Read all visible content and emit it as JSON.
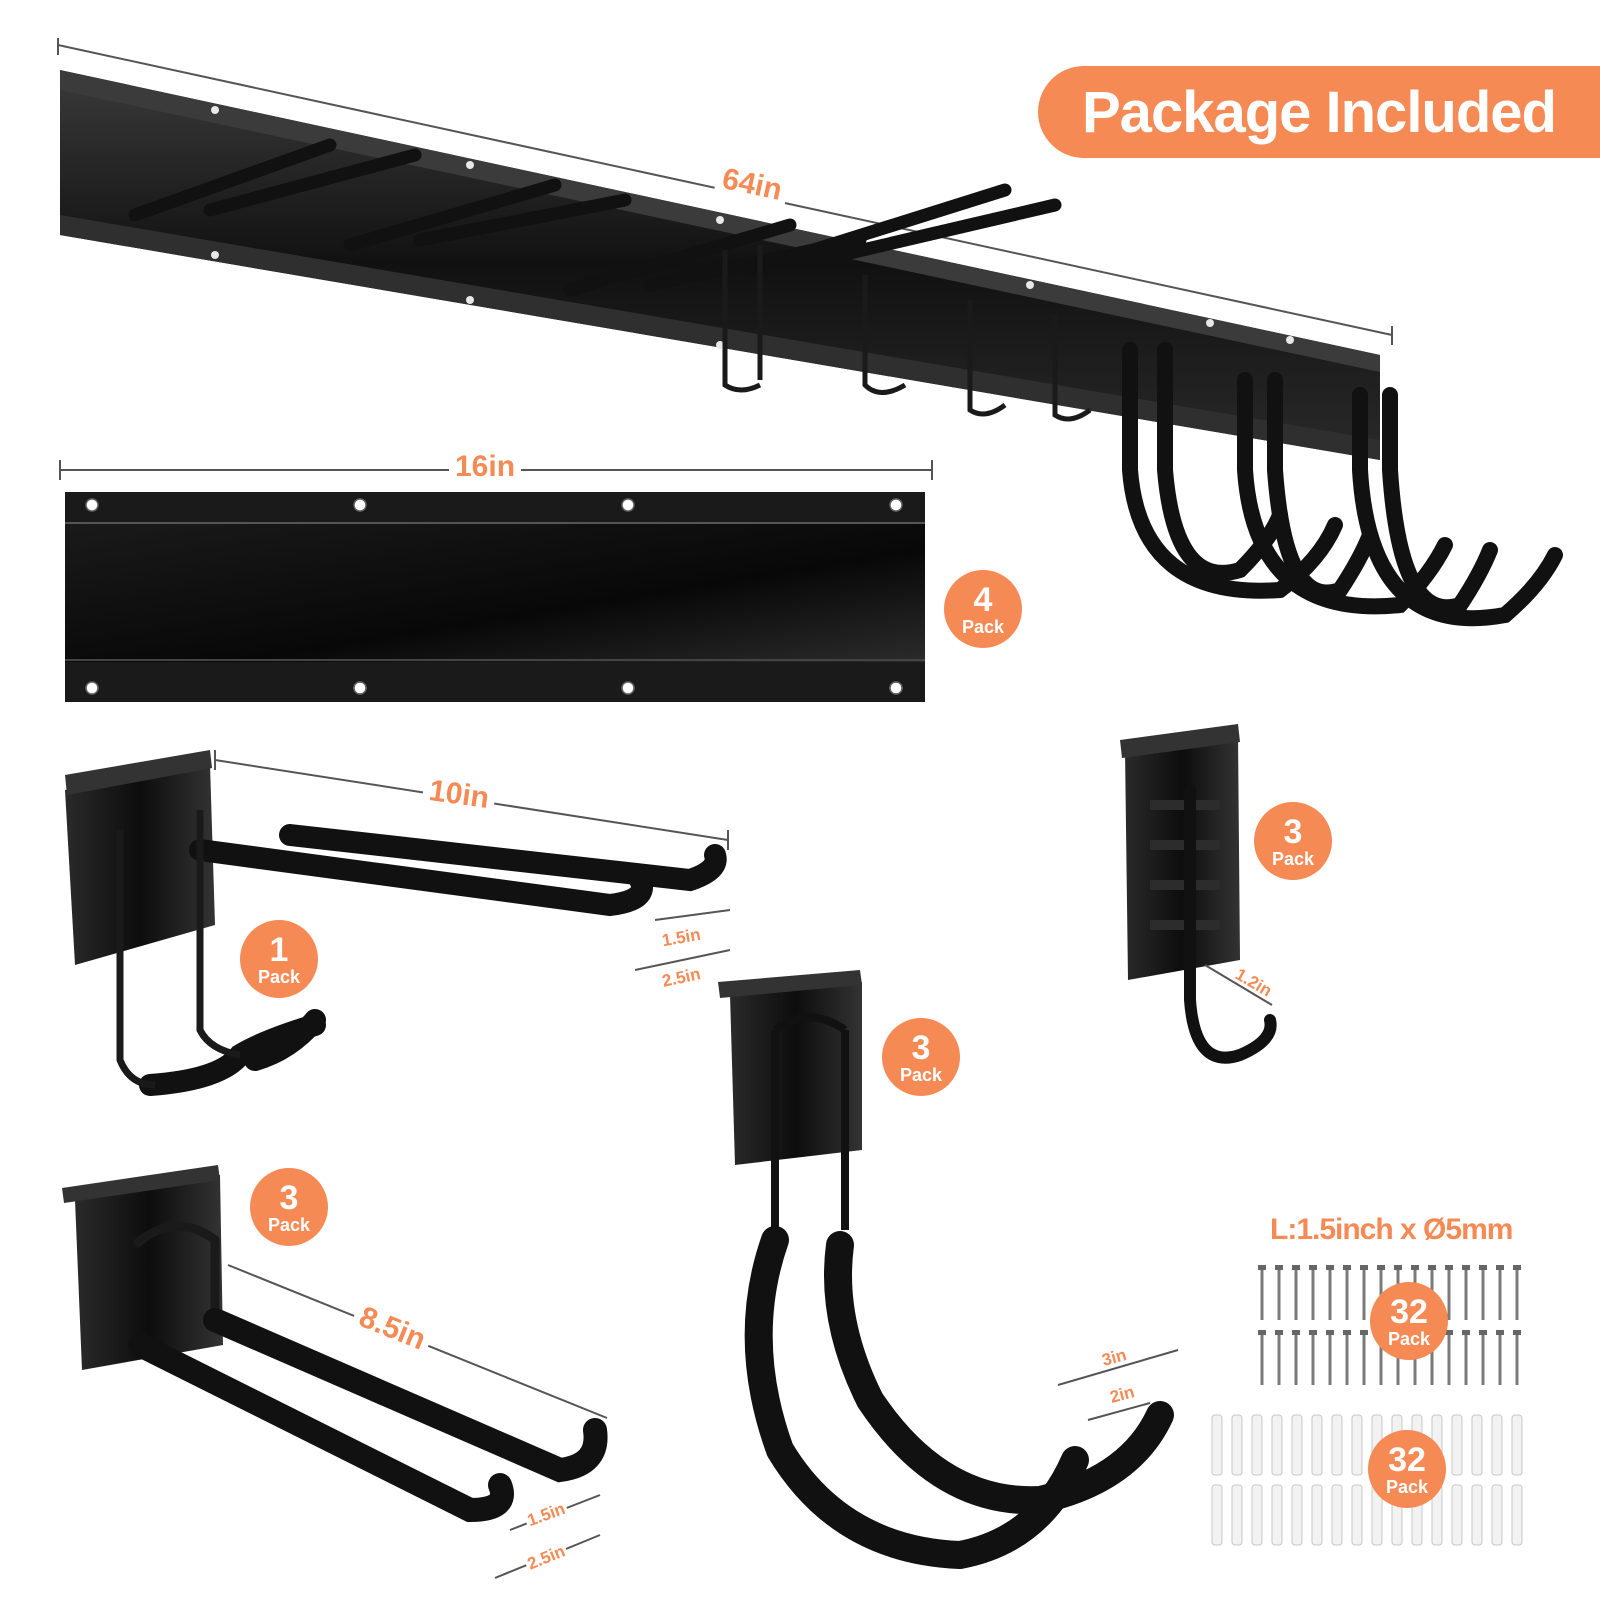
{
  "banner": {
    "title": "Package Included"
  },
  "dimensions": {
    "rail_long": "64in",
    "rail_single": "16in",
    "double_hook_length": "10in",
    "double_hook_gap": "1.5in",
    "double_hook_width": "2.5in",
    "flat_hook_length": "8.5in",
    "flat_hook_gap": "1.5in",
    "flat_hook_width": "2.5in",
    "utility_hook_opening": "1.2in",
    "bike_hook_outer": "3in",
    "bike_hook_inner": "2in"
  },
  "screws": {
    "spec": "L:1.5inch x Ø5mm"
  },
  "badges": {
    "rail": {
      "count": "4",
      "label": "Pack"
    },
    "double_hook": {
      "count": "1",
      "label": "Pack"
    },
    "utility_hook": {
      "count": "3",
      "label": "Pack"
    },
    "bike_hook": {
      "count": "3",
      "label": "Pack"
    },
    "flat_hook": {
      "count": "3",
      "label": "Pack"
    },
    "screws": {
      "count": "32",
      "label": "Pack"
    },
    "anchors": {
      "count": "32",
      "label": "Pack"
    }
  },
  "colors": {
    "accent": "#f58a55",
    "metal": "#1c1c1c",
    "foam": "#141414",
    "dimension_line": "#555555"
  }
}
